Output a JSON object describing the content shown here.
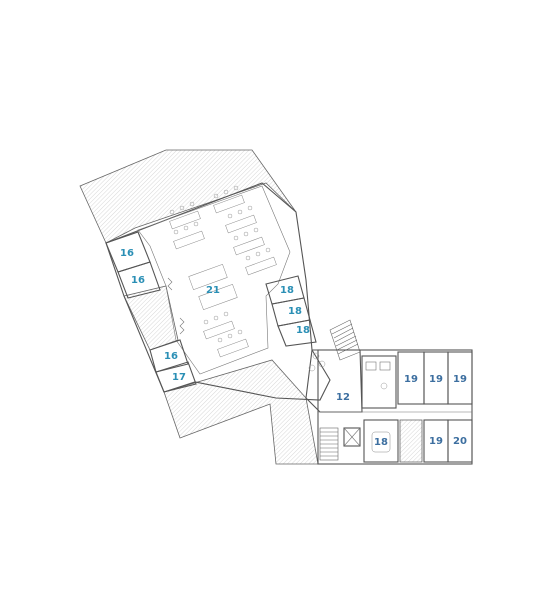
{
  "labels": {
    "r16a": "16",
    "r16b": "16",
    "r16c": "16",
    "r17": "17",
    "r21": "21",
    "r18a": "18",
    "r18b": "18",
    "r18c": "18",
    "r18d": "18",
    "r12": "12",
    "r19a": "19",
    "r19b": "19",
    "r19c": "19",
    "r19d": "19",
    "r20": "20"
  },
  "colors": {
    "label_blue": "#2a8fb5",
    "label_dark": "#3d6fa0",
    "wall": "#555555"
  }
}
